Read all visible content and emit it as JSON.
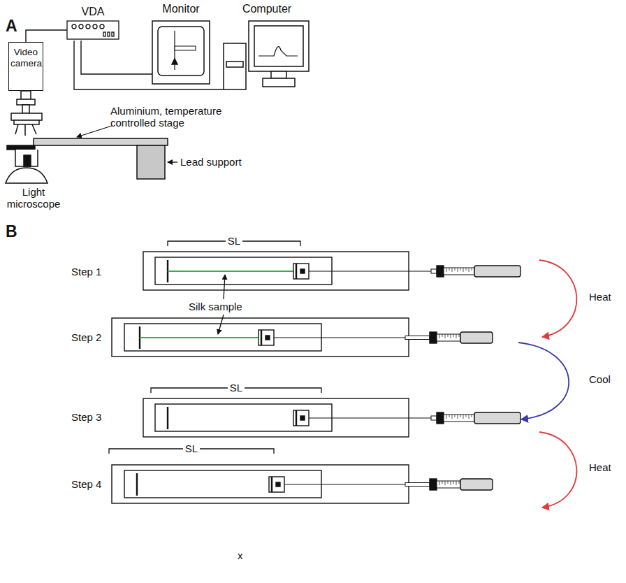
{
  "diagram": {
    "nodes": [
      {
        "text": [
          "Video camera"
        ]
      },
      {
        "text": [
          "VDA"
        ]
      },
      {
        "text": [
          "Monitor"
        ]
      },
      {
        "text": [
          "Computer"
        ]
      }
    ],
    "edges": [
      {
        "from": 0,
        "to": 1,
        "arrow": "none"
      },
      {
        "from": 1,
        "to": 2,
        "arrow": "none"
      },
      {
        "from": 1,
        "to": 3,
        "arrow": "none"
      }
    ],
    "labels": [
      "A",
      "Aluminium, temperature controlled stage",
      "Lead support",
      "Light microscope",
      "B",
      "SL",
      "Step 1",
      "Silk sample",
      "Heat",
      "Step 2",
      "Cool",
      "SL",
      "Step 3",
      "Heat",
      "SL",
      "Step 4",
      "x"
    ]
  }
}
